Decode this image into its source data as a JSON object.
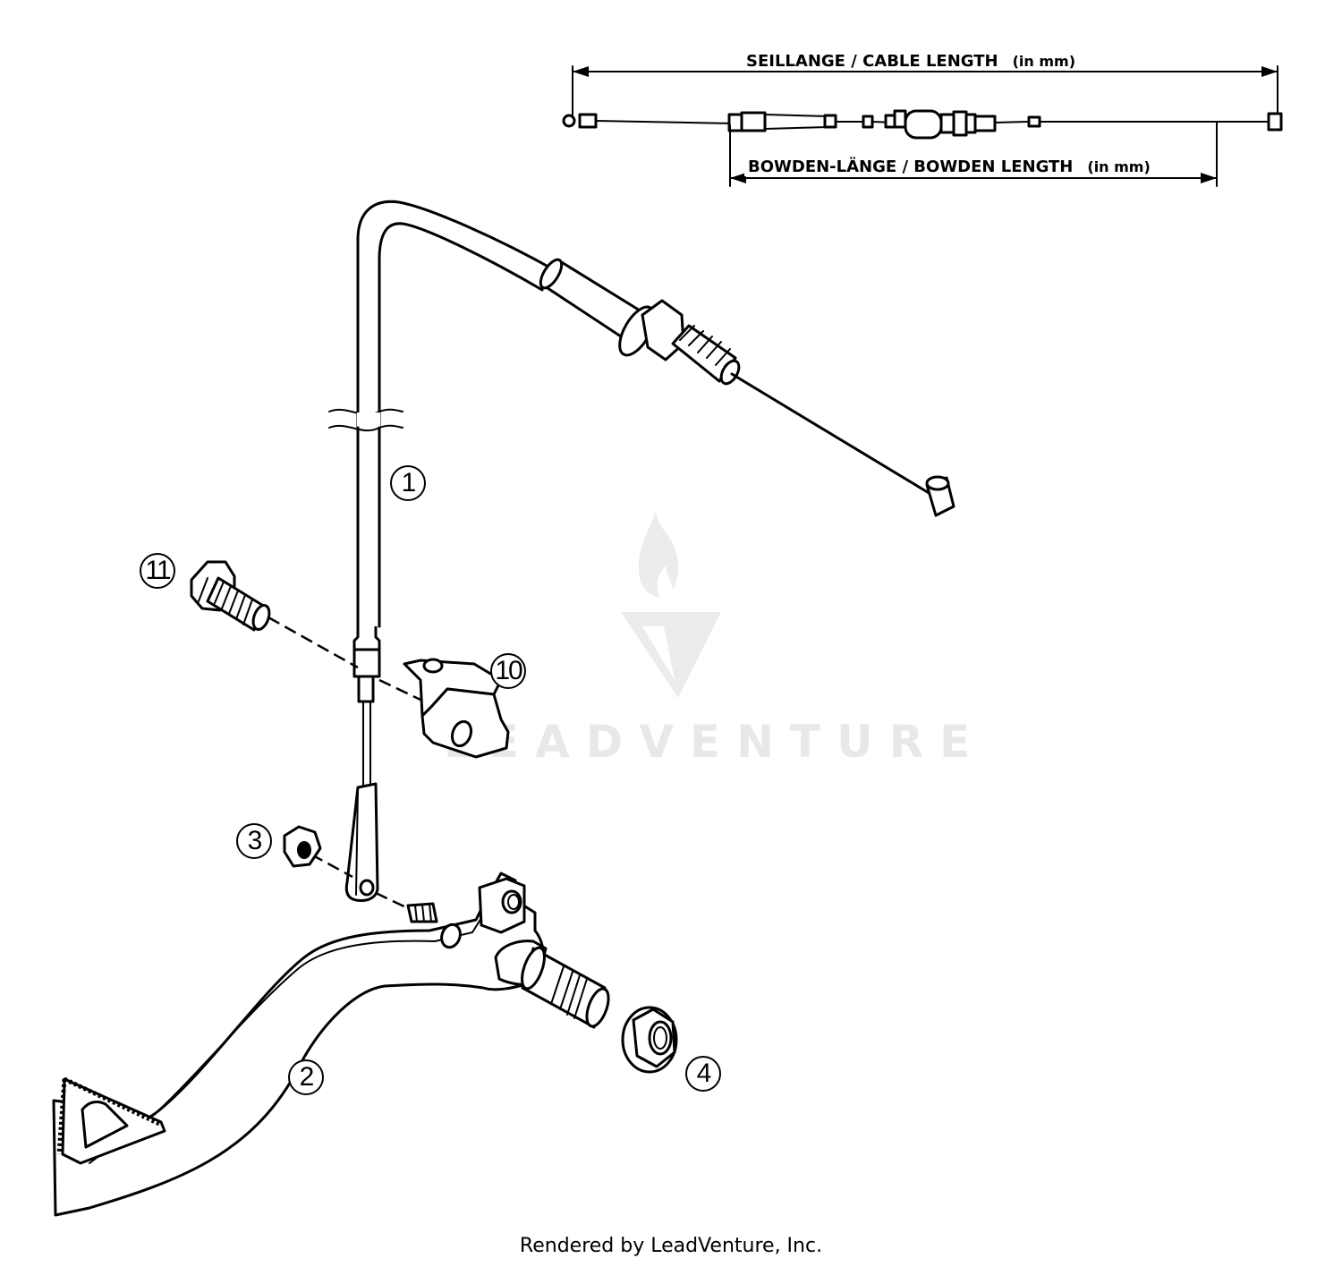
{
  "diagram": {
    "type": "exploded-parts-diagram",
    "subject": "Foot brake pedal with brake cable",
    "dimension_labels": {
      "cable_length": {
        "text": "SEILLANGE / CABLE LENGTH",
        "unit": "(in mm)"
      },
      "bowden_length": {
        "text": "BOWDEN-LÄNGE / BOWDEN LENGTH",
        "unit": "(in mm)"
      }
    },
    "callouts": [
      {
        "number": "1",
        "part": "brake cable"
      },
      {
        "number": "2",
        "part": "brake pedal"
      },
      {
        "number": "3",
        "part": "nut"
      },
      {
        "number": "4",
        "part": "flange nut"
      },
      {
        "number": "10",
        "part": "cable bracket"
      },
      {
        "number": "11",
        "part": "bolt"
      }
    ],
    "watermark": {
      "text": "LEADVENTURE",
      "color": "#e8e8e8"
    },
    "footer": "Rendered by LeadVenture, Inc."
  }
}
